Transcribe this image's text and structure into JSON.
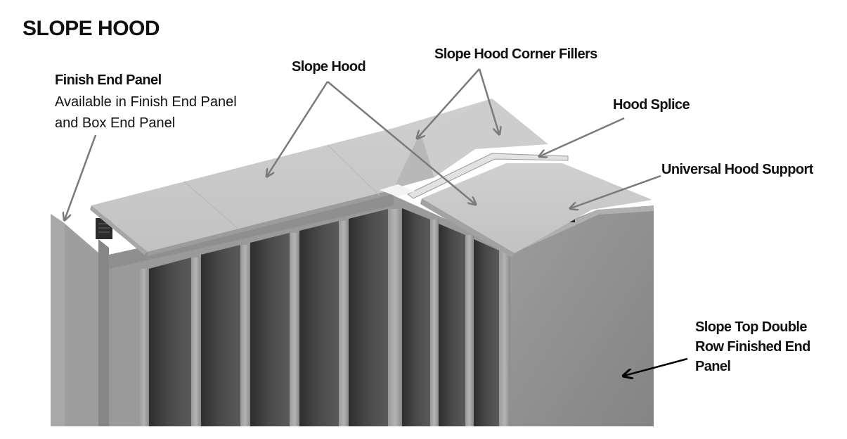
{
  "title": "SLOPE HOOD",
  "labels": {
    "finish_end_panel": {
      "title": "Finish End Panel",
      "description_line1": "Available in Finish End Panel",
      "description_line2": "and Box End Panel"
    },
    "slope_hood": "Slope Hood",
    "corner_fillers": "Slope Hood Corner Fillers",
    "hood_splice": "Hood Splice",
    "universal_hood_support": "Universal Hood Support",
    "double_row_end_panel": {
      "line1": "Slope Top Double",
      "line2": "Row Finished End",
      "line3": "Panel"
    }
  },
  "colors": {
    "arrow_grey": "#7a7a7a",
    "arrow_black": "#000000",
    "hood_light": "#c8c8c8",
    "hood_shade": "#bdbdbd",
    "panel_grey": "#8c8c8c",
    "bay_dark": "#3a3a3a"
  }
}
